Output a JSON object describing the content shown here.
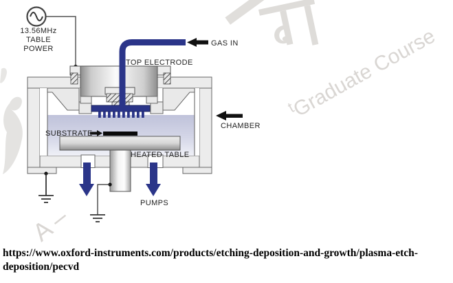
{
  "diagram": {
    "title_implicit": "PECVD plasma deposition chamber schematic",
    "labels": {
      "rf_power_line1": "13.56MHz",
      "rf_power_line2": "TABLE",
      "rf_power_line3": "POWER",
      "gas_in": "GAS IN",
      "top_electrode": "TOP ELECTRODE",
      "chamber": "CHAMBER",
      "substrate": "SUBSTRATE",
      "heated_table": "HEATED TABLE",
      "pumps": "PUMPS"
    },
    "colors": {
      "gas_and_pump_blue": "#2b3589",
      "chamber_body_gray": "#ececec",
      "plasma_lavender": "#c4c6dd",
      "outline_gray": "#666666",
      "label_text": "#222222"
    }
  },
  "watermarks": {
    "devanagari_glyph": "ला",
    "diagonal_text_fragment_small": "t",
    "diagonal_text": "Graduate Course",
    "bottom_left_text": "A –",
    "color": "#dcdad7"
  },
  "source": {
    "url_line1": "https://www.oxford-instruments.com/products/etching-deposition-and-growth/plasma-etch-",
    "url_line2": "deposition/pecvd"
  }
}
